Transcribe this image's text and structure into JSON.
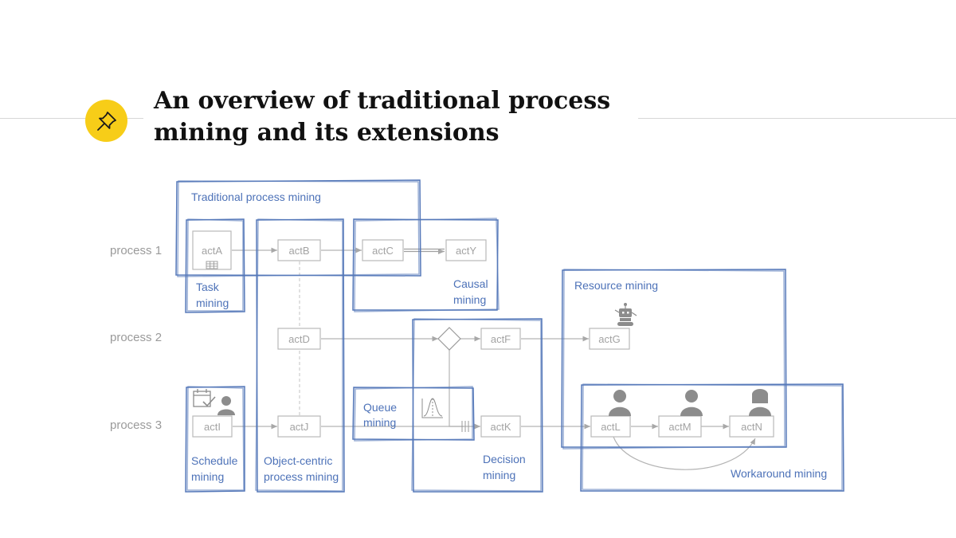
{
  "slide": {
    "title_line1": "An overview of traditional process",
    "title_line2": "mining and its extensions",
    "accent_color": "#f7cd18",
    "zone_color": "#5578b9",
    "badge_icon": "pushpin-icon"
  },
  "processes": [
    "process 1",
    "process 2",
    "process 3"
  ],
  "activities": {
    "actA": "actA",
    "actB": "actB",
    "actC": "actC",
    "actY": "actY",
    "actD": "actD",
    "actF": "actF",
    "actG": "actG",
    "actI": "actI",
    "actJ": "actJ",
    "actK": "actK",
    "actL": "actL",
    "actM": "actM",
    "actN": "actN"
  },
  "zones": {
    "traditional": "Traditional process mining",
    "task_line1": "Task",
    "task_line2": "mining",
    "causal_line1": "Causal",
    "causal_line2": "mining",
    "resource": "Resource mining",
    "queue_line1": "Queue",
    "queue_line2": "mining",
    "decision_line1": "Decision",
    "decision_line2": "mining",
    "schedule_line1": "Schedule",
    "schedule_line2": "mining",
    "object_line1": "Object-centric",
    "object_line2": "process mining",
    "workaround": "Workaround mining"
  },
  "icons": [
    "spreadsheet-icon",
    "robot-icon",
    "calendar-check-icon",
    "person-icon",
    "distribution-curve-icon",
    "decision-diamond",
    "queue-bars-icon"
  ]
}
